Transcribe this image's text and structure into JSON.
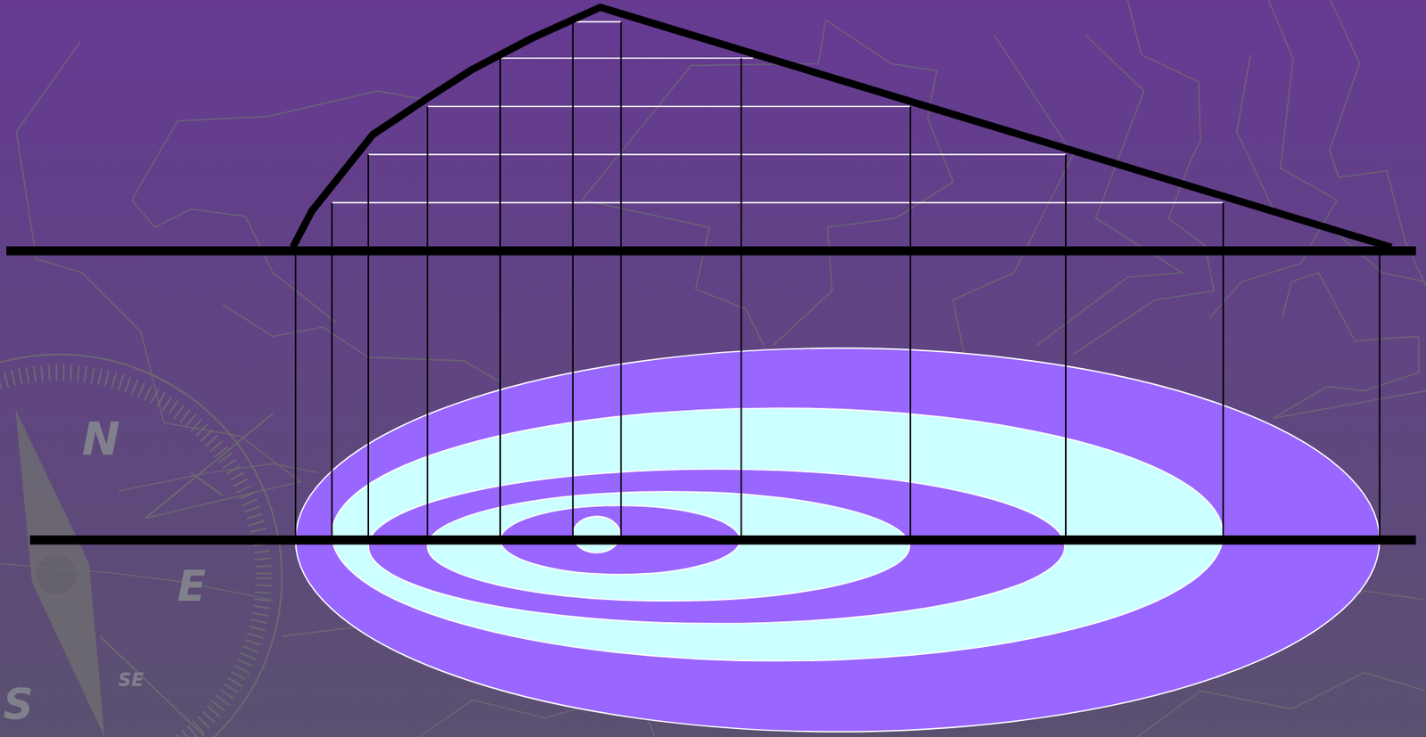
{
  "diagram": {
    "labels": [
      "N",
      "E",
      "S",
      "SE"
    ]
  }
}
